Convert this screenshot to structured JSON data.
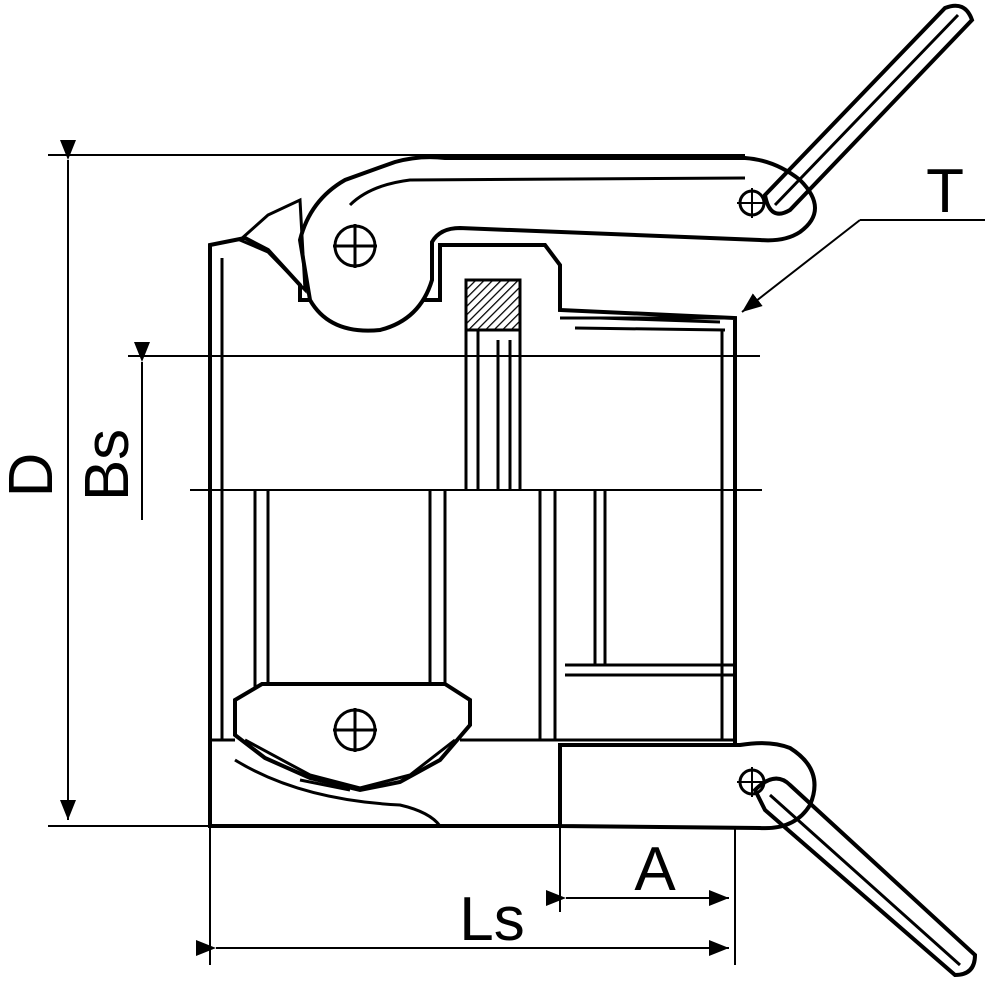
{
  "labels": {
    "D": "D",
    "Bs": "Bs",
    "T": "T",
    "A": "A",
    "Ls": "Ls"
  }
}
